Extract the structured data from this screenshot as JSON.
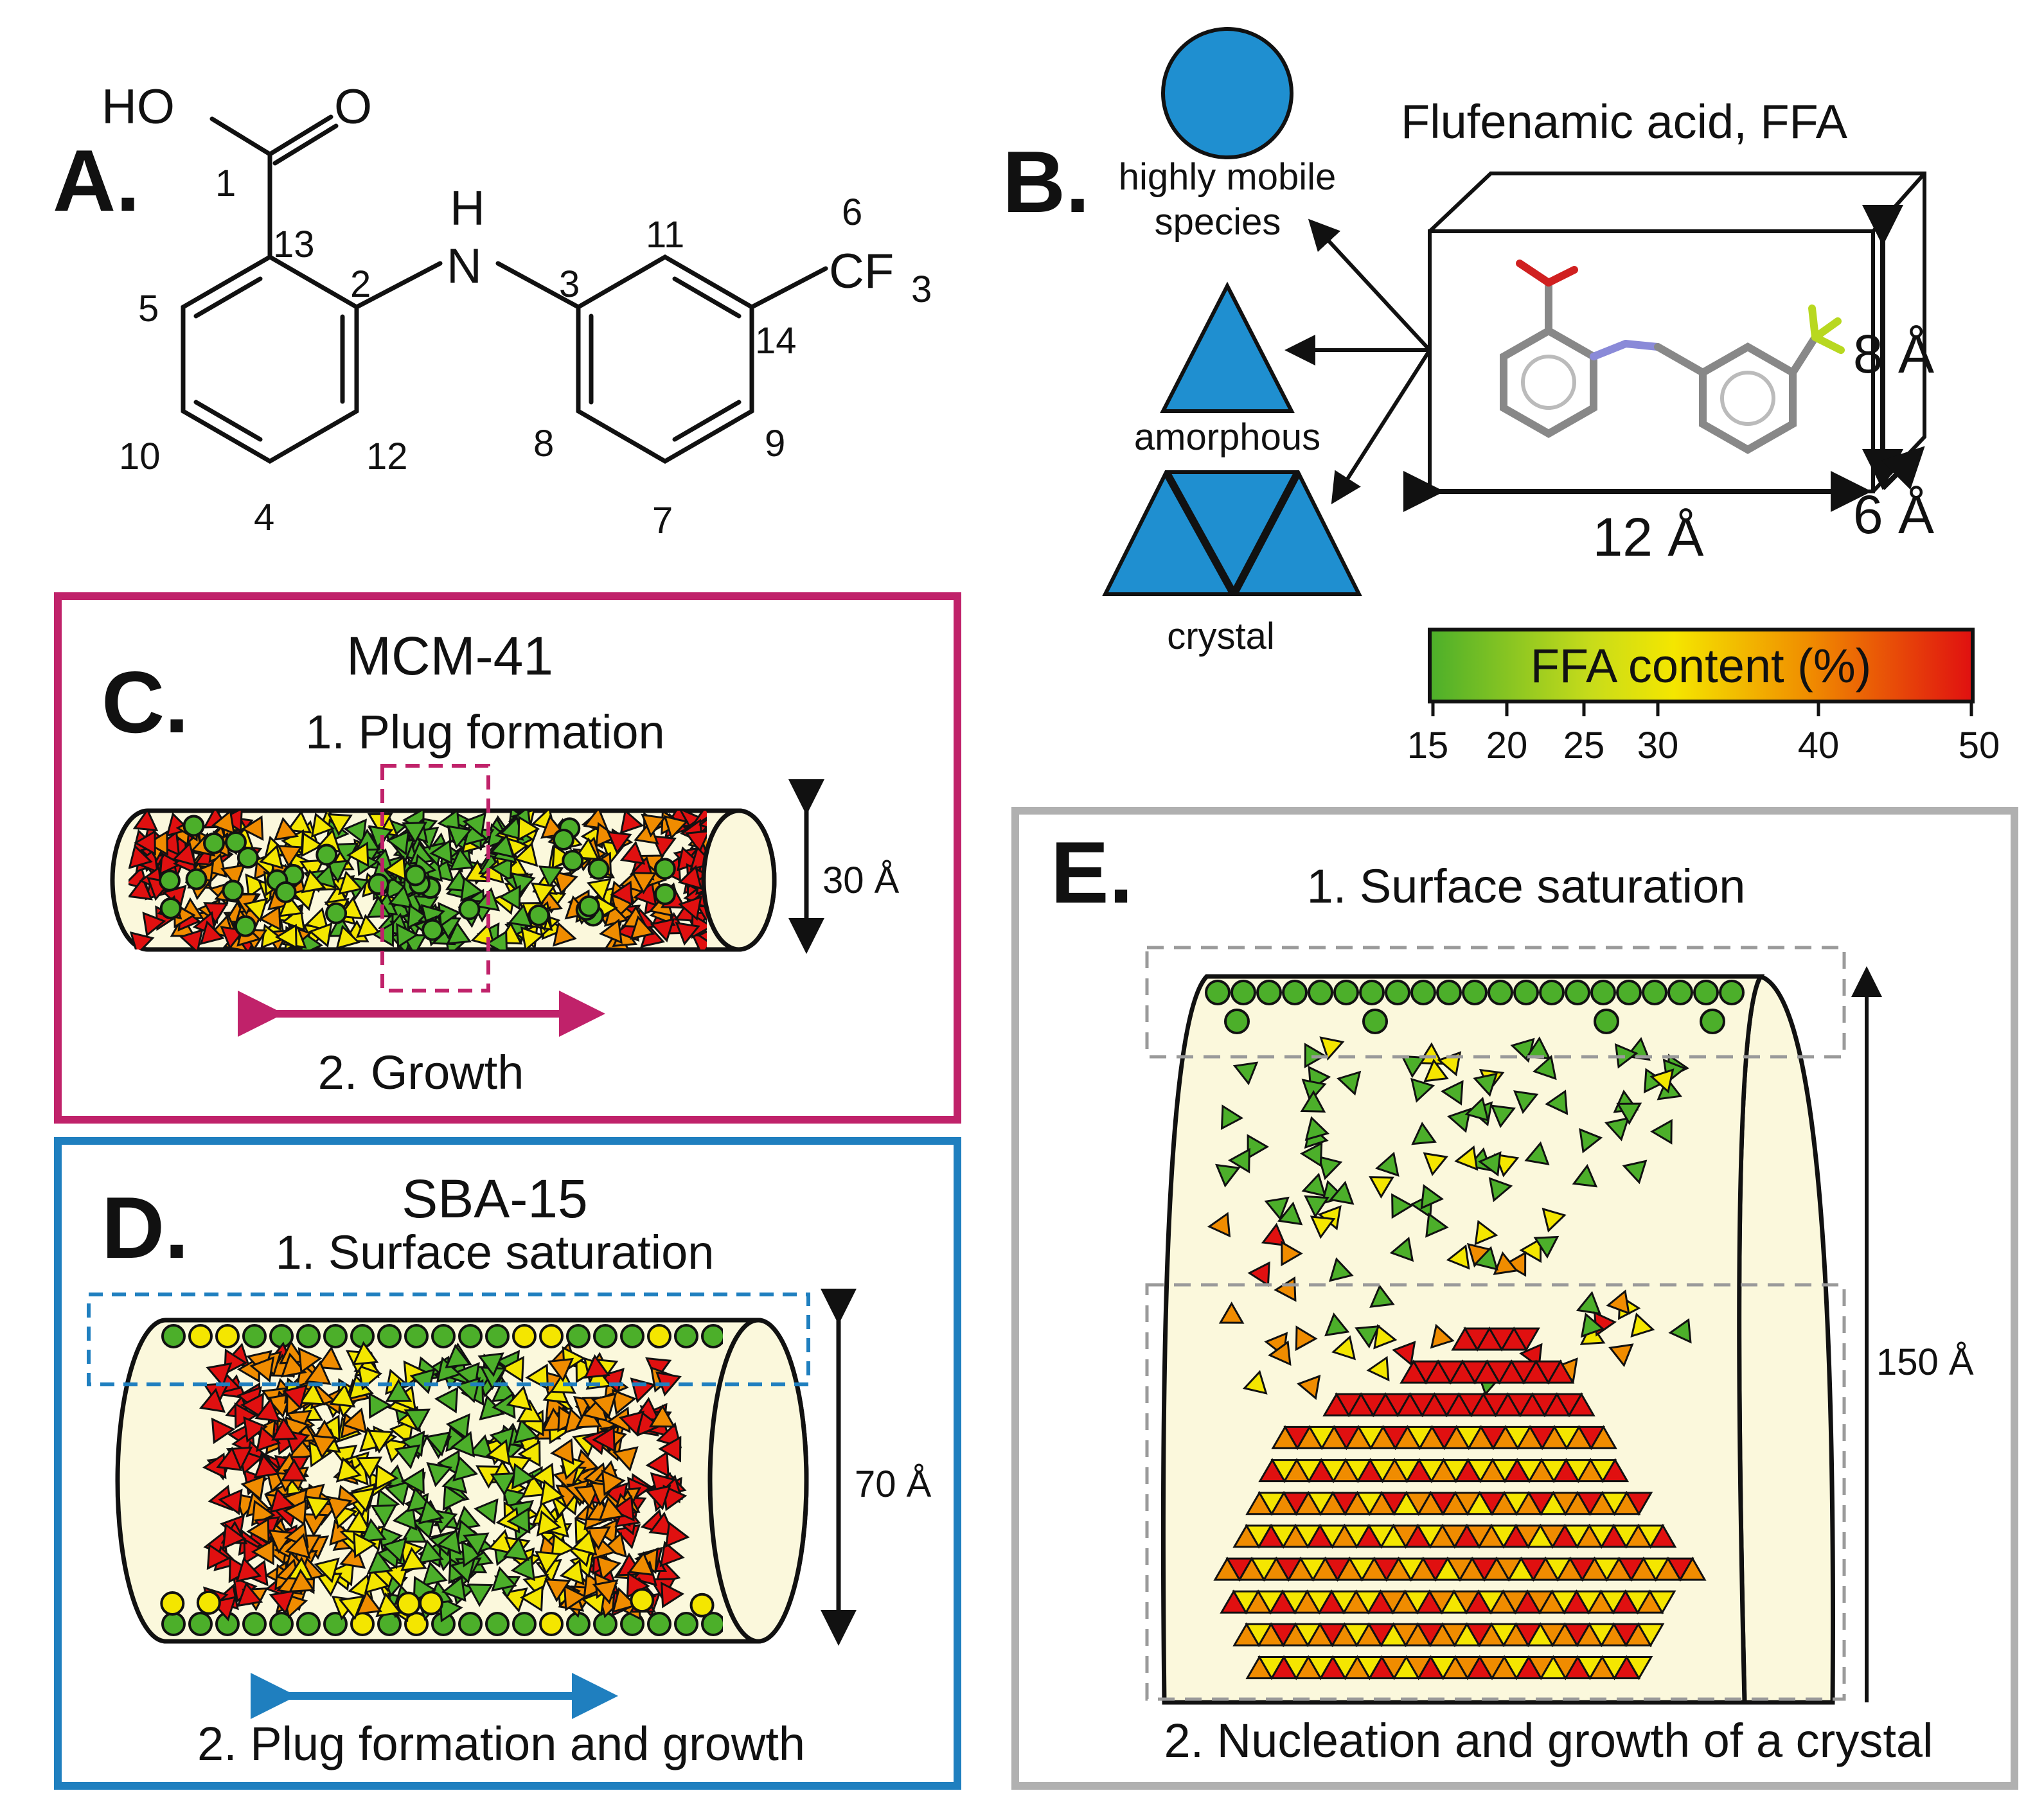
{
  "panel_a": {
    "label": "A.",
    "atoms": {
      "ho": "HO",
      "o": "O",
      "h": "H",
      "n": "N",
      "cf": "CF",
      "sub3": "3"
    },
    "numbers": [
      "1",
      "13",
      "2",
      "3",
      "11",
      "6",
      "5",
      "14",
      "10",
      "12",
      "8",
      "9",
      "4",
      "7"
    ]
  },
  "panel_b": {
    "label": "B.",
    "title": "Flufenamic acid, FFA",
    "species": [
      "highly mobile",
      "species",
      "amorphous",
      "crystal"
    ],
    "dims": [
      "8 Å",
      "6 Å",
      "12 Å"
    ],
    "colorbar": {
      "label": "FFA content (%)",
      "ticks": [
        "15",
        "20",
        "25",
        "30",
        "40",
        "50"
      ],
      "colors": [
        "#4caf2a",
        "#f4e600",
        "#f08c00",
        "#e01010"
      ]
    },
    "species_color": "#1f8fd0"
  },
  "panel_c": {
    "label": "C.",
    "title": "MCM-41",
    "step1": "1. Plug formation",
    "step2": "2. Growth",
    "dim": "30 Å",
    "frame_color": "#c0226a"
  },
  "panel_d": {
    "label": "D.",
    "title": "SBA-15",
    "step1": "1. Surface saturation",
    "step2": "2. Plug formation and growth",
    "dim": "70 Å",
    "frame_color": "#1f7fbf"
  },
  "panel_e": {
    "label": "E.",
    "step1": "1. Surface saturation",
    "step2": "2. Nucleation and growth of a crystal",
    "dim": "150 Å",
    "frame_color": "#b0b0b0"
  }
}
